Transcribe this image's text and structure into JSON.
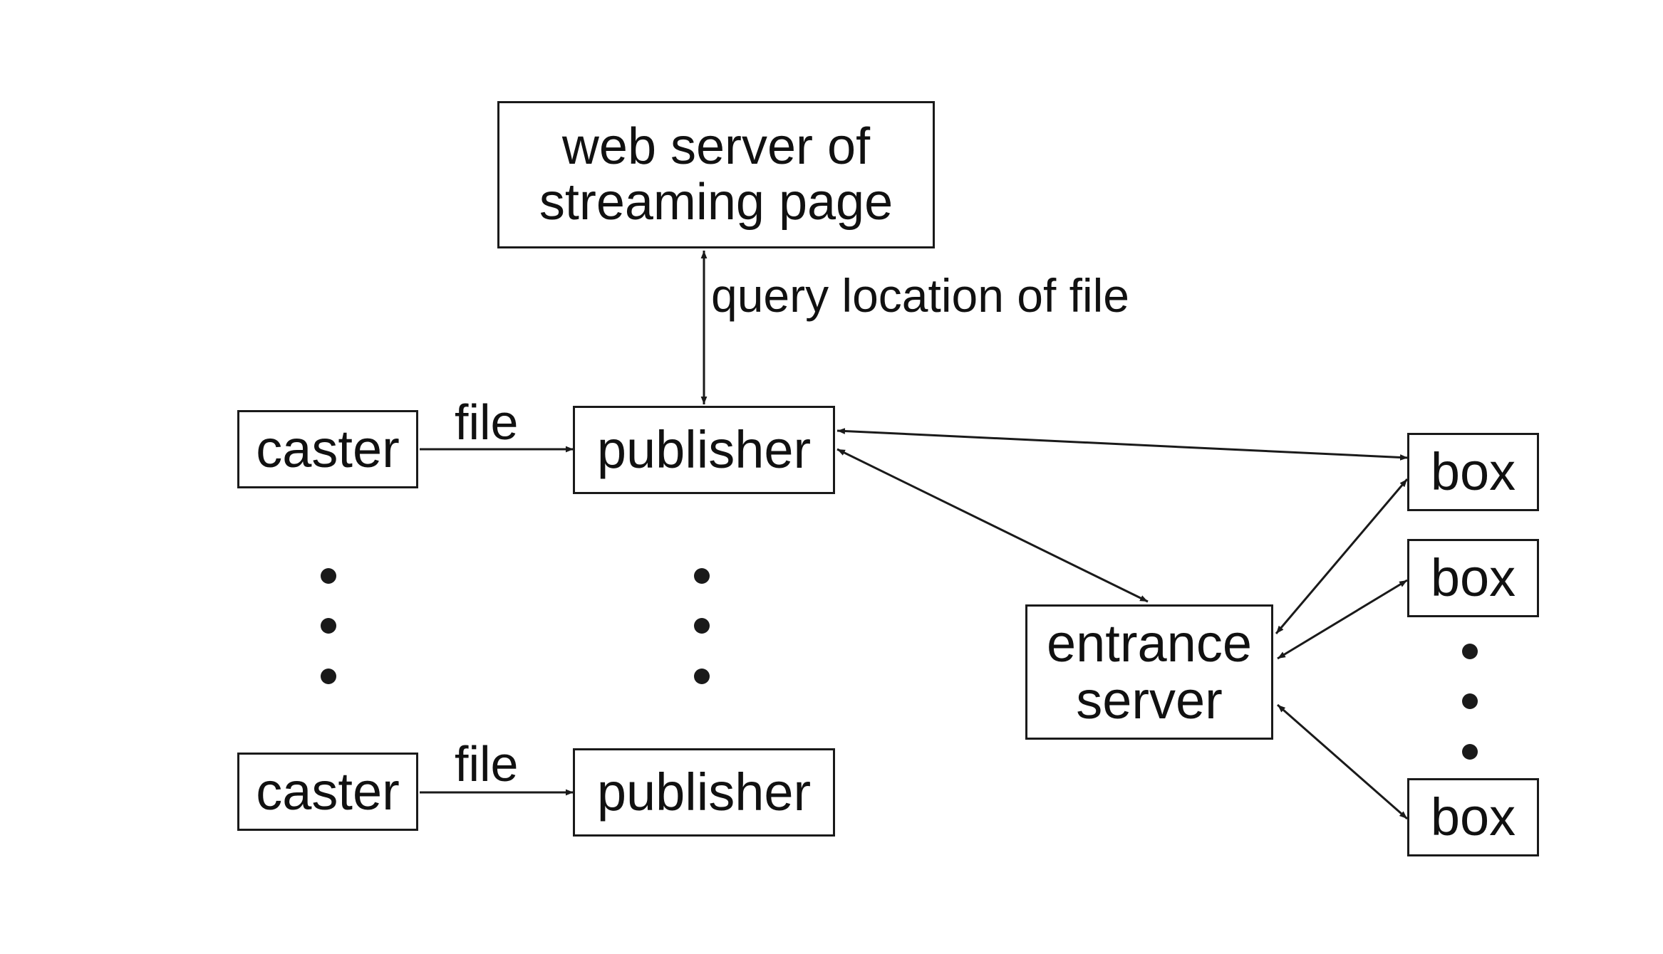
{
  "nodes": {
    "web_server": {
      "line1": "web server of",
      "line2": "streaming page"
    },
    "caster_top": {
      "label": "caster"
    },
    "caster_bottom": {
      "label": "caster"
    },
    "publisher_top": {
      "label": "publisher"
    },
    "publisher_bottom": {
      "label": "publisher"
    },
    "entrance_server": {
      "line1": "entrance",
      "line2": "server"
    },
    "box_1": {
      "label": "box"
    },
    "box_2": {
      "label": "box"
    },
    "box_3": {
      "label": "box"
    }
  },
  "edges": {
    "query_label": "query location of file",
    "file_label_top": "file",
    "file_label_bottom": "file"
  },
  "colors": {
    "stroke": "#1a1a1a",
    "text": "#111111",
    "background": "#ffffff"
  }
}
